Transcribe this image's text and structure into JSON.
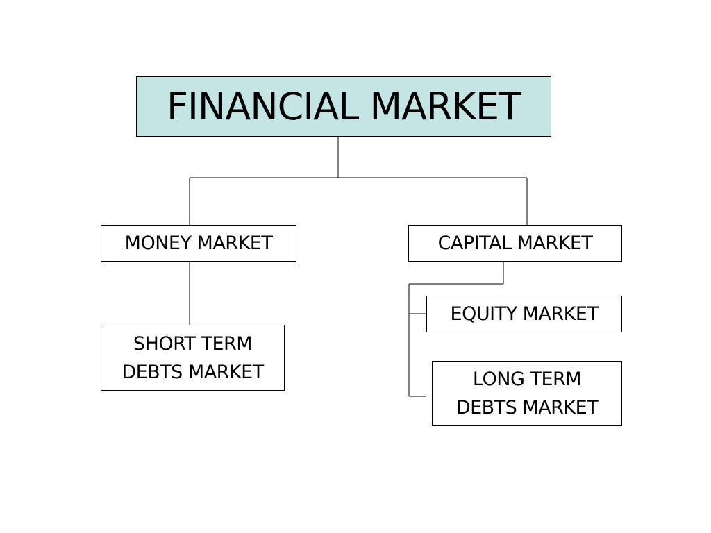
{
  "diagram": {
    "root": {
      "label": "FINANCIAL MARKET",
      "fill": "#c5e4e4"
    },
    "money_market": {
      "label": "MONEY MARKET",
      "children": [
        {
          "label": "SHORT TERM\nDEBTS MARKET"
        }
      ]
    },
    "capital_market": {
      "label": "CAPITAL MARKET",
      "children": [
        {
          "label": "EQUITY MARKET"
        },
        {
          "label": "LONG TERM\nDEBTS MARKET"
        }
      ]
    },
    "line_color": "#000000"
  }
}
